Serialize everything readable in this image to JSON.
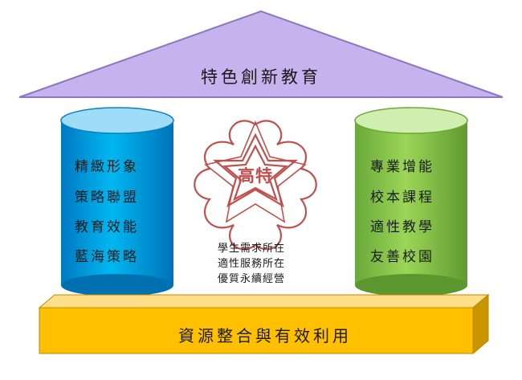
{
  "roof": {
    "title": "特色創新教育",
    "color": "#c9b8ee"
  },
  "left_pillar": {
    "items": [
      "精緻形象",
      "策略聯盟",
      "教育效能",
      "藍海策略"
    ],
    "color": "#00aeef"
  },
  "right_pillar": {
    "items": [
      "專業增能",
      "校本課程",
      "適性教學",
      "友善校園"
    ],
    "color": "#92d050"
  },
  "logo": {
    "text": "高特",
    "color": "#c0504d"
  },
  "motto": [
    "學生需求所在",
    "適性服務所在",
    "優質永續經營"
  ],
  "base": {
    "title": "資源整合與有效利用",
    "color": "#ffc000"
  }
}
